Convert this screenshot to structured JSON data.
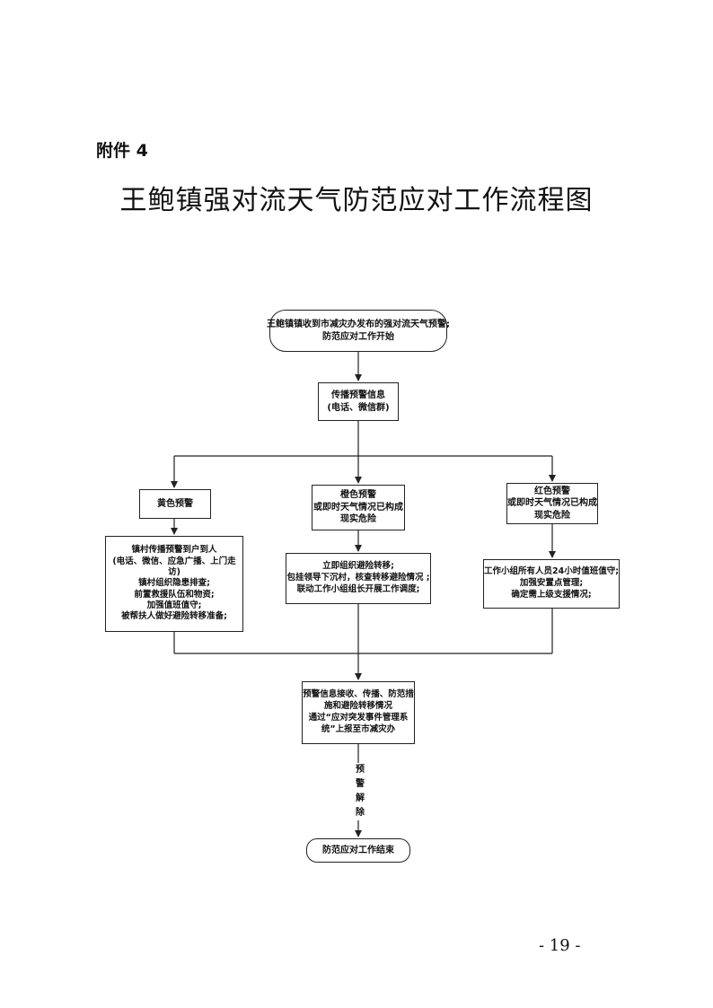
{
  "attachment_label": "附件 4",
  "title": "王鲍镇强对流天气防范应对工作流程图",
  "page_number": "- 19 -",
  "nodes": {
    "start": [
      "王鲍镇镇收到市减灾办发布的强对流天气预警;",
      "防范应对工作开始"
    ],
    "spread": [
      "传播预警信息",
      "(电话、微信群)"
    ],
    "yellow": [
      "黄色预警"
    ],
    "orange": [
      "橙色预警",
      "或即时天气情况已构成",
      "现实危险"
    ],
    "red": [
      "红色预警",
      "或即时天气情况已构成",
      "现实危险"
    ],
    "yellow_action": [
      "镇村传播预警到户到人",
      "(电话、微信、应急广播、上门走",
      "访)",
      "镇村组织隐患排查;",
      "前置救援队伍和物资;",
      "加强值班值守;",
      "被帮扶人做好避险转移准备;"
    ],
    "orange_action": [
      "立即组织避险转移;",
      "包挂领导下沉村，核查转移避险情况 ;",
      "联动工作小组组长开展工作调度;"
    ],
    "red_action": [
      "工作小组所有人员24小时值班值守;",
      "加强安置点管理;",
      "确定需上级支援情况;"
    ],
    "report": [
      "预警信息接收、传播、防范措",
      "施和避险转移情况",
      "通过“应对突发事件管理系",
      "统”上报至市减灾办"
    ],
    "end": [
      "防范应对工作结束"
    ]
  },
  "edge_label": [
    "预",
    "警",
    "解",
    "除"
  ]
}
